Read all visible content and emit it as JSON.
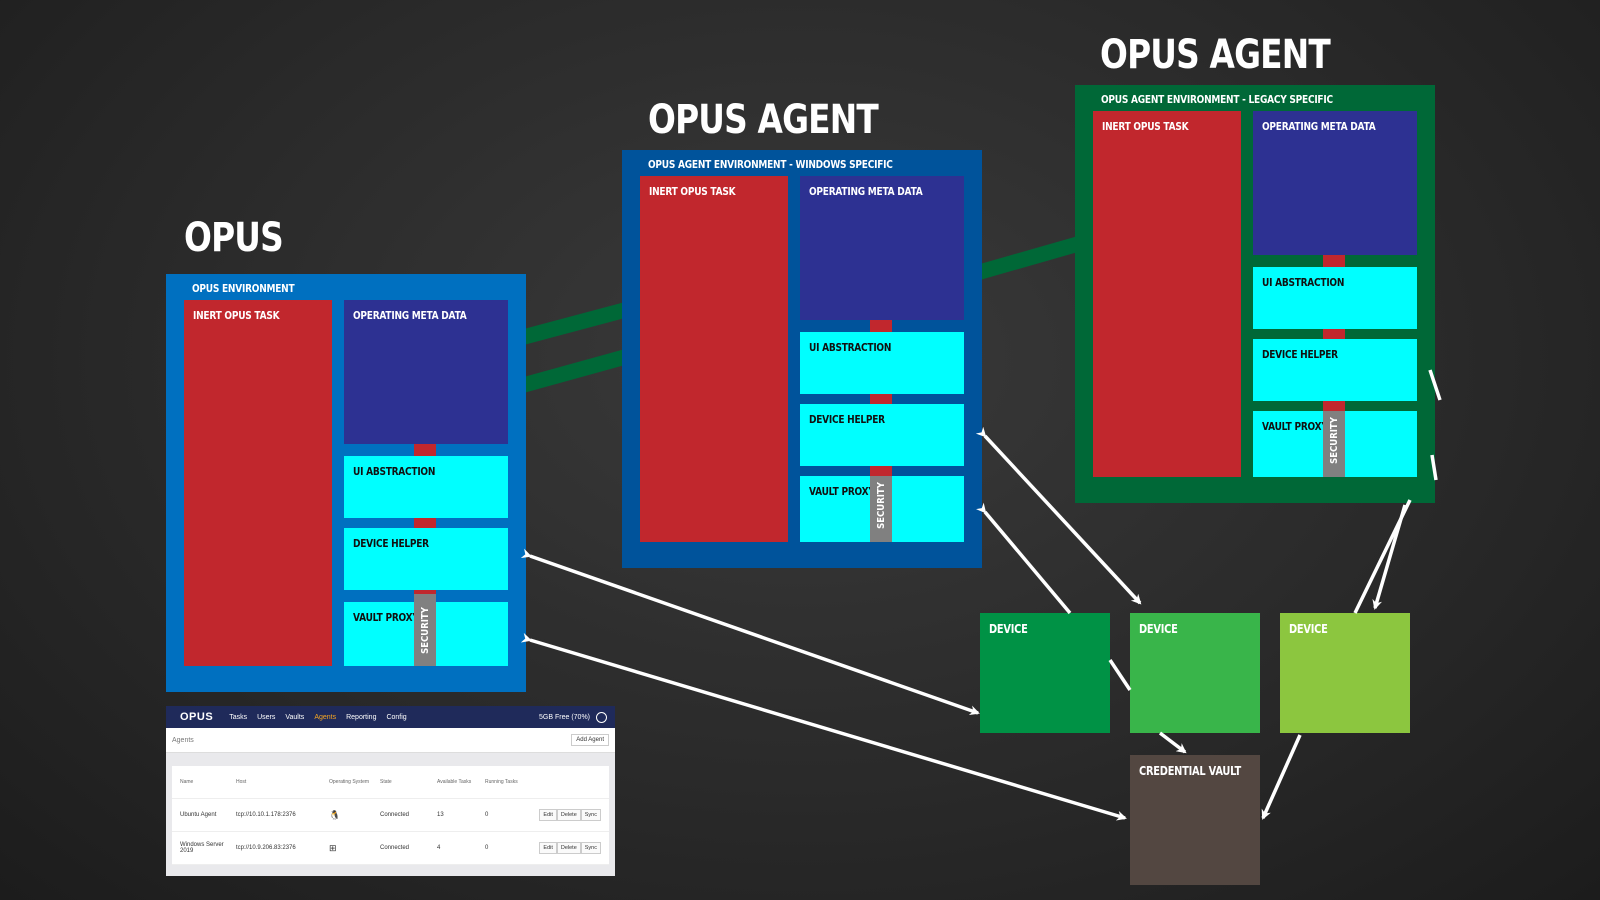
{
  "opus": {
    "title": "OPUS",
    "env_title": "OPUS ENVIRONMENT",
    "task": "INERT OPUS TASK",
    "meta": "OPERATING META DATA",
    "ui": "UI ABSTRACTION",
    "helper": "DEVICE HELPER",
    "vault": "VAULT PROXY",
    "security": "SECURITY",
    "colors": {
      "env": "#0070c0"
    }
  },
  "agent_windows": {
    "title": "OPUS AGENT",
    "env_title": "OPUS AGENT ENVIRONMENT - WINDOWS SPECIFIC",
    "task": "INERT OPUS TASK",
    "meta": "OPERATING META DATA",
    "ui": "UI ABSTRACTION",
    "helper": "DEVICE HELPER",
    "vault": "VAULT PROXY",
    "security": "SECURITY",
    "colors": {
      "env": "#00539b"
    }
  },
  "agent_legacy": {
    "title": "OPUS AGENT",
    "env_title": "OPUS AGENT ENVIRONMENT - LEGACY SPECIFIC",
    "task": "INERT OPUS TASK",
    "meta": "OPERATING META DATA",
    "ui": "UI ABSTRACTION",
    "helper": "DEVICE HELPER",
    "vault": "VAULT PROXY",
    "security": "SECURITY",
    "colors": {
      "env": "#006837"
    }
  },
  "devices": [
    {
      "label": "DEVICE",
      "color": "#009245"
    },
    {
      "label": "DEVICE",
      "color": "#39b54a"
    },
    {
      "label": "DEVICE",
      "color": "#8cc63f"
    }
  ],
  "credential_vault": {
    "label": "CREDENTIAL VAULT",
    "color": "#534741"
  },
  "app": {
    "logo": "OPUS",
    "nav": [
      "Tasks",
      "Users",
      "Vaults",
      "Agents",
      "Reporting",
      "Config"
    ],
    "active_nav": "Agents",
    "free": "5GB Free (70%)",
    "page": "Agents",
    "add_button": "Add Agent",
    "columns": [
      "Name",
      "Host",
      "Operating System",
      "State",
      "Available Tasks",
      "Running Tasks"
    ],
    "rows": [
      {
        "name": "Ubuntu Agent",
        "host": "tcp://10.10.1.178:2376",
        "os": "linux-icon",
        "state": "Connected",
        "available": "13",
        "running": "0"
      },
      {
        "name": "Windows Server 2019",
        "host": "tcp://10.9.206.83:2376",
        "os": "windows-icon",
        "state": "Connected",
        "available": "4",
        "running": "0"
      }
    ],
    "actions": [
      "Edit",
      "Delete",
      "Sync"
    ]
  }
}
